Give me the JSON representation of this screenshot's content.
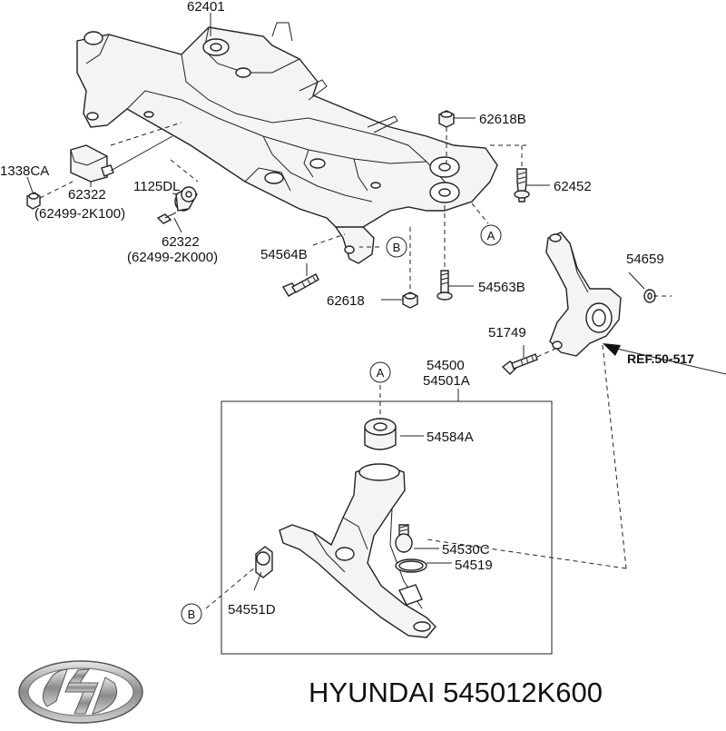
{
  "labels": {
    "p62401": "62401",
    "p62618B": "62618B",
    "p62452": "62452",
    "p1338CA": "1338CA",
    "p62322a": "62322",
    "p62499_2K100": "(62499-2K100)",
    "p1125DL": "1125DL",
    "p62322b": "62322",
    "p62499_2K000": "(62499-2K000)",
    "p54564B": "54564B",
    "p62618": "62618",
    "p54563B": "54563B",
    "p54659": "54659",
    "p51749": "51749",
    "ref": "REF.50-517",
    "p54500": "54500",
    "p54501A": "54501A",
    "p54584A": "54584A",
    "p54530C": "54530C",
    "p54519": "54519",
    "p54551D": "54551D"
  },
  "callouts": {
    "a_top": "A",
    "a_box": "A",
    "b_top": "B",
    "b_box": "B"
  },
  "footer": {
    "brand_text": "HYUNDAI 545012K600"
  },
  "logo": {
    "icon": "hyundai-logo-icon"
  }
}
